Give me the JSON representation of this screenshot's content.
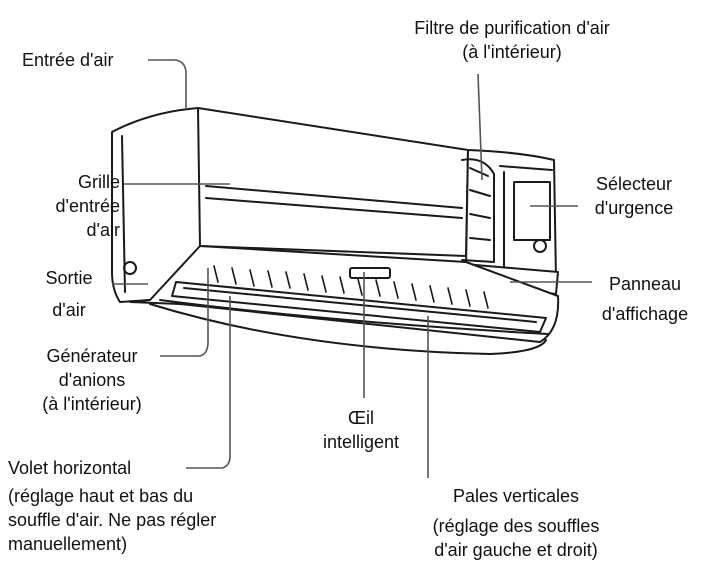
{
  "labels": {
    "air_inlet": [
      "Entrée d'air"
    ],
    "filter": [
      "Filtre de purification d'air",
      "(à l'intérieur)"
    ],
    "intake_grille": [
      "Grille",
      "d'entrée",
      "d'air"
    ],
    "emergency_selector": [
      "Sélecteur",
      "d'urgence"
    ],
    "air_outlet": [
      "Sortie",
      "d'air"
    ],
    "display_panel": [
      "Panneau",
      "d'affichage"
    ],
    "anion_generator": [
      "Générateur",
      "d'anions",
      "(à l'intérieur)"
    ],
    "smart_eye": [
      "Œil",
      "intelligent"
    ],
    "horizontal_louver": [
      "Volet horizontal",
      "(réglage haut et bas du",
      "souffle d'air. Ne pas régler",
      "manuellement)"
    ],
    "vertical_vanes": [
      "Pales verticales",
      "(réglage des souffles",
      "d'air gauche et droit)"
    ]
  },
  "colors": {
    "line": "#1a1a1a",
    "leader": "#555555",
    "text": "#111111"
  }
}
